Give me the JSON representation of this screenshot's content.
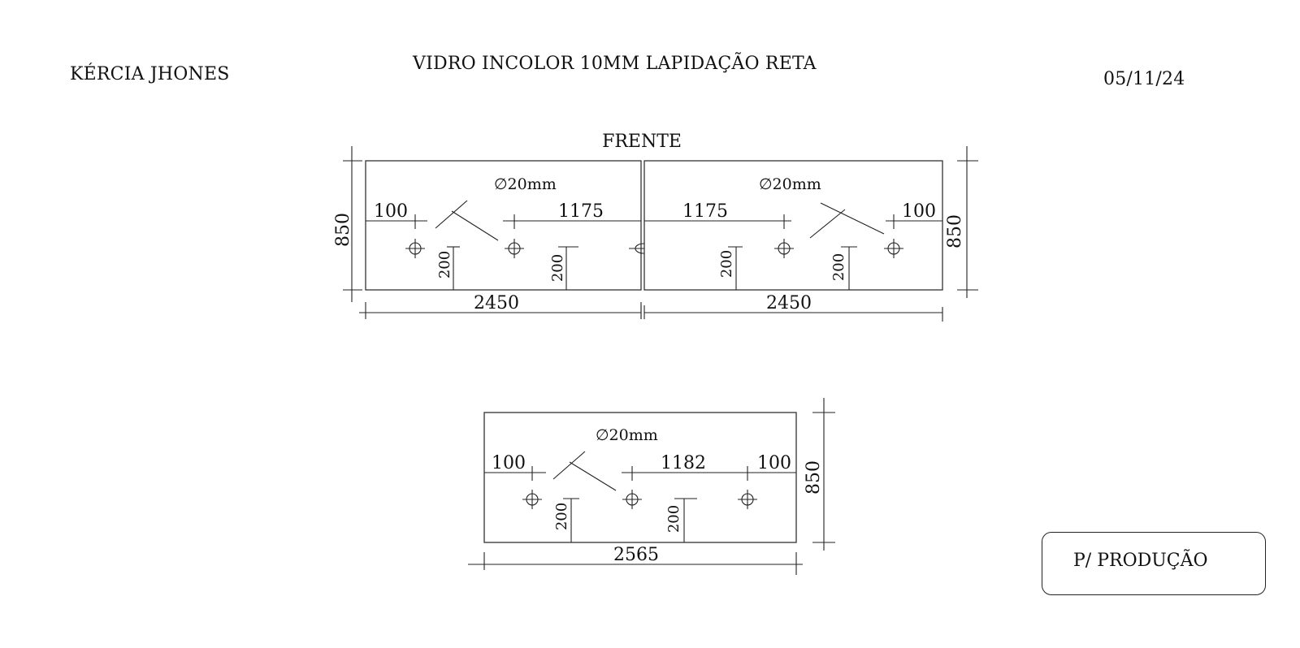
{
  "header": {
    "client": "KÉRCIA JHONES",
    "title": "VIDRO INCOLOR 10MM LAPIDAÇÃO RETA",
    "date": "05/11/24"
  },
  "top_assembly": {
    "view_label": "FRENTE",
    "left_panel": {
      "width": "2450",
      "height": "850",
      "hole_label": "∅20mm",
      "edge_offset": "100",
      "hole_spacing": "1175",
      "hole_height_1": "200",
      "hole_height_2": "200"
    },
    "right_panel": {
      "width": "2450",
      "height": "850",
      "hole_label": "∅20mm",
      "edge_offset": "100",
      "hole_spacing": "1175",
      "hole_height_1": "200",
      "hole_height_2": "200"
    }
  },
  "bottom_panel": {
    "width": "2565",
    "height": "850",
    "hole_label": "∅20mm",
    "edge_offset_left": "100",
    "hole_spacing": "1182",
    "edge_offset_right": "100",
    "hole_height_1": "200",
    "hole_height_2": "200"
  },
  "stamp": {
    "label": "P/ PRODUÇÃO"
  }
}
